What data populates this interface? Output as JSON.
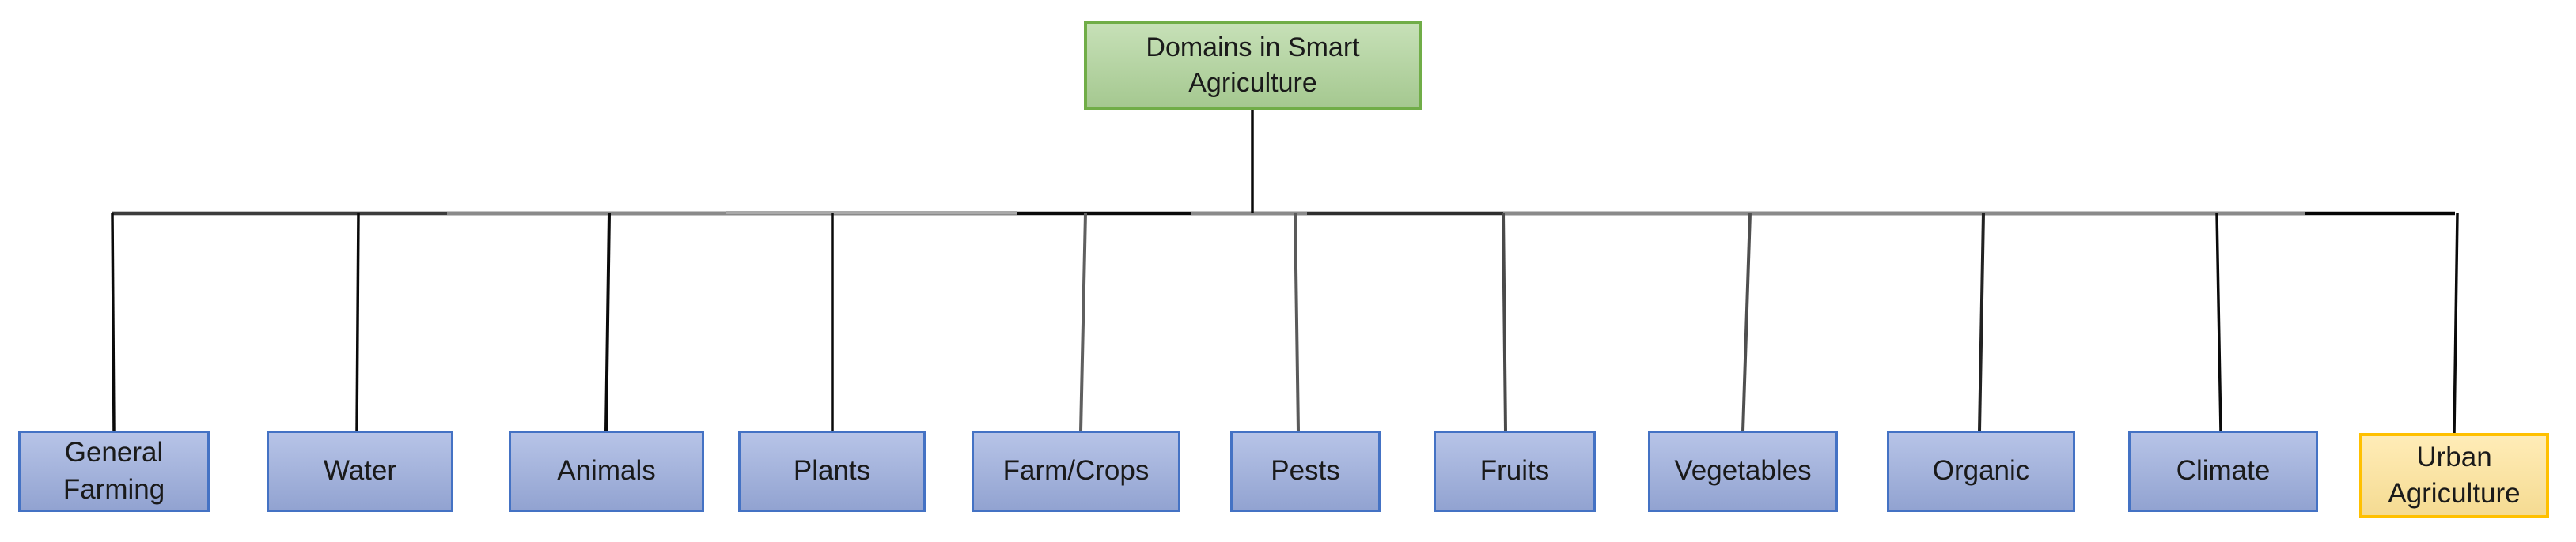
{
  "diagram": {
    "title_node": {
      "label": "Domains in Smart Agriculture"
    },
    "children": [
      {
        "id": "general-farming",
        "label": "General Farming"
      },
      {
        "id": "water",
        "label": "Water"
      },
      {
        "id": "animals",
        "label": "Animals"
      },
      {
        "id": "plants",
        "label": "Plants"
      },
      {
        "id": "farm-crops",
        "label": "Farm/Crops"
      },
      {
        "id": "pests",
        "label": "Pests"
      },
      {
        "id": "fruits",
        "label": "Fruits"
      },
      {
        "id": "vegetables",
        "label": "Vegetables"
      },
      {
        "id": "organic",
        "label": "Organic"
      },
      {
        "id": "climate",
        "label": "Climate"
      },
      {
        "id": "urban-agriculture",
        "label": "Urban Agriculture",
        "highlighted": true
      }
    ],
    "colors": {
      "background": "#ffffff",
      "text": "#1a1a1a",
      "root_fill": "#aed398",
      "root_border": "#70ad47",
      "child_fill": "#9badde",
      "child_border": "#4472c4",
      "highlight_fill": "#ffe498",
      "highlight_border": "#ffc000",
      "connector_black": "#0a0a0a",
      "connector_gray": "#8a8a8a"
    }
  }
}
